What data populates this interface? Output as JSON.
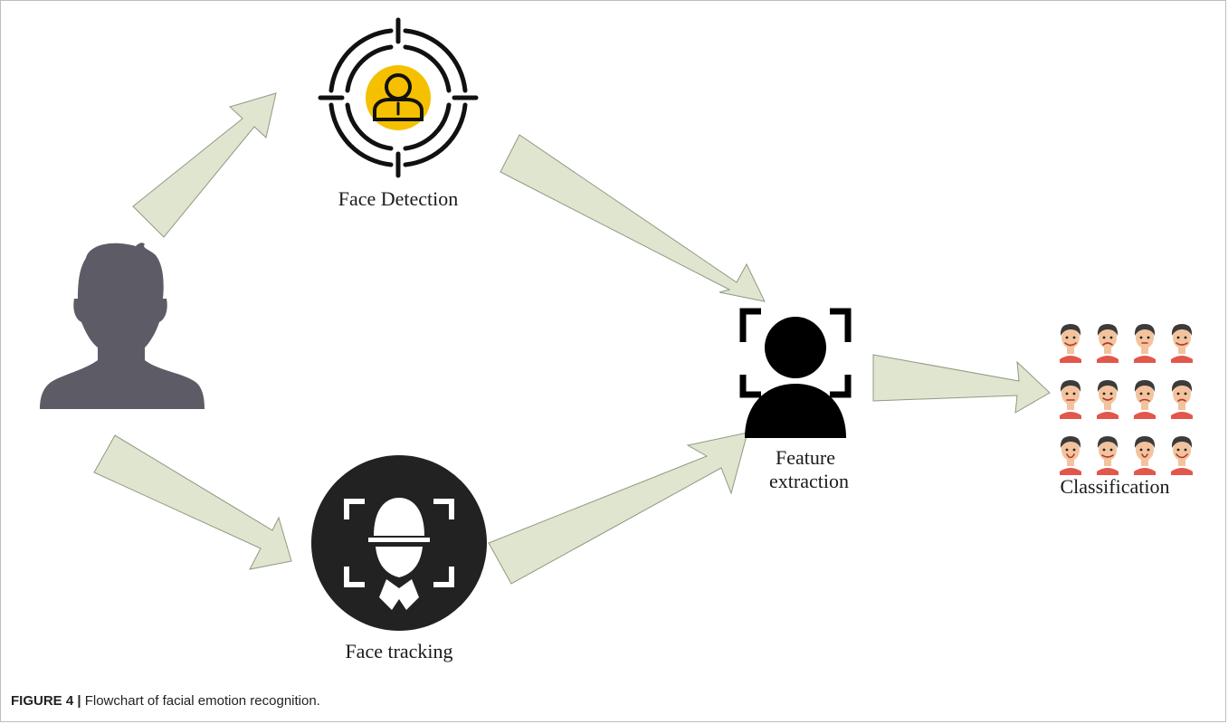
{
  "nodes": {
    "face_detection": "Face Detection",
    "face_tracking": "Face tracking",
    "feature_extraction_line1": "Feature",
    "feature_extraction_line2": "extraction",
    "classification": "Classification"
  },
  "caption": {
    "figure_id": "FIGURE 4 |",
    "text": "Flowchart of facial emotion recognition."
  },
  "colors": {
    "arrow_fill": "#dfe5cf",
    "arrow_stroke": "#8f9a82",
    "person_gray": "#5d5c66",
    "detection_yellow": "#f5c000",
    "tracking_dark": "#222222",
    "face_skin": "#f3c39d",
    "shirt_red": "#e2574c",
    "hair_dark": "#3b3b3b"
  }
}
